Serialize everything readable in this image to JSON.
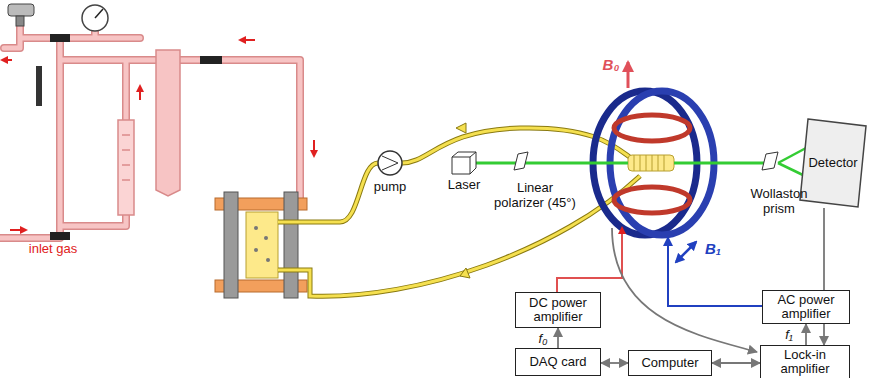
{
  "diagram": {
    "nodes": [
      {
        "text": [
          "DC power amplifier"
        ]
      },
      {
        "text": [
          "AC power amplifier"
        ]
      },
      {
        "text": [
          "DAQ card"
        ]
      },
      {
        "text": [
          "Computer"
        ]
      },
      {
        "text": [
          "Lock-in amplifier"
        ]
      },
      {
        "text": [
          "Detector"
        ]
      }
    ],
    "edges": [
      {
        "from": 2,
        "to": 0,
        "arrow": "to"
      },
      {
        "from": 3,
        "to": 2,
        "arrow": "both"
      },
      {
        "from": 3,
        "to": 4,
        "arrow": "both"
      },
      {
        "from": 4,
        "to": 1,
        "arrow": "to"
      },
      {
        "from": 5,
        "to": 4,
        "arrow": "to"
      }
    ],
    "labels": [
      "inlet gas",
      "pump",
      "Laser",
      "Linear polarizer (45°)",
      "B₀",
      "B₁",
      "Wollaston prism",
      "f₀",
      "f₁"
    ]
  }
}
